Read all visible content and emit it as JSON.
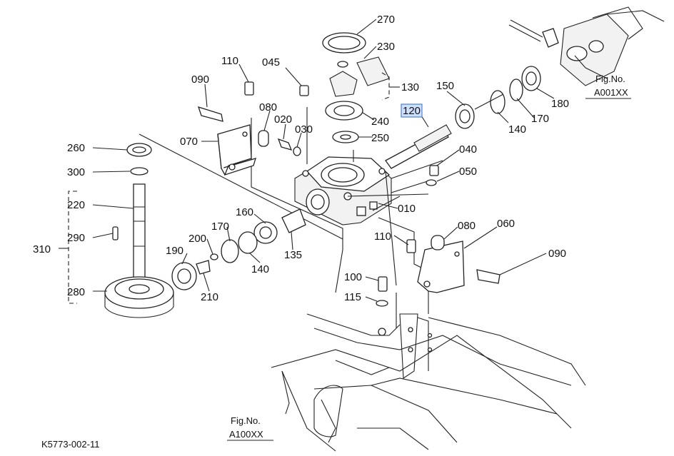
{
  "part_labels": [
    {
      "id": "270",
      "text": "270"
    },
    {
      "id": "230",
      "text": "230"
    },
    {
      "id": "130",
      "text": "130"
    },
    {
      "id": "110a",
      "text": "110"
    },
    {
      "id": "045",
      "text": "045"
    },
    {
      "id": "090a",
      "text": "090"
    },
    {
      "id": "080a",
      "text": "080"
    },
    {
      "id": "020",
      "text": "020"
    },
    {
      "id": "030",
      "text": "030"
    },
    {
      "id": "240",
      "text": "240"
    },
    {
      "id": "250",
      "text": "250"
    },
    {
      "id": "070",
      "text": "070"
    },
    {
      "id": "150",
      "text": "150"
    },
    {
      "id": "120",
      "text": "120",
      "selected": true
    },
    {
      "id": "140a",
      "text": "140"
    },
    {
      "id": "170a",
      "text": "170"
    },
    {
      "id": "180",
      "text": "180"
    },
    {
      "id": "040",
      "text": "040"
    },
    {
      "id": "050",
      "text": "050"
    },
    {
      "id": "010",
      "text": "010"
    },
    {
      "id": "260",
      "text": "260"
    },
    {
      "id": "300",
      "text": "300"
    },
    {
      "id": "220",
      "text": "220"
    },
    {
      "id": "290",
      "text": "290"
    },
    {
      "id": "310",
      "text": "310"
    },
    {
      "id": "280",
      "text": "280"
    },
    {
      "id": "160",
      "text": "160"
    },
    {
      "id": "170b",
      "text": "170"
    },
    {
      "id": "200",
      "text": "200"
    },
    {
      "id": "190",
      "text": "190"
    },
    {
      "id": "210",
      "text": "210"
    },
    {
      "id": "140b",
      "text": "140"
    },
    {
      "id": "135",
      "text": "135"
    },
    {
      "id": "110b",
      "text": "110"
    },
    {
      "id": "080b",
      "text": "080"
    },
    {
      "id": "060",
      "text": "060"
    },
    {
      "id": "090b",
      "text": "090"
    },
    {
      "id": "100",
      "text": "100"
    },
    {
      "id": "115",
      "text": "115"
    }
  ],
  "figure_refs": [
    {
      "id": "a001xx",
      "line1": "Fig.No.",
      "line2": "A001XX"
    },
    {
      "id": "a100xx",
      "line1": "Fig.No.",
      "line2": "A100XX"
    }
  ],
  "drawing_number": "K5773-002-11",
  "colors": {
    "line": "#222222",
    "selected_fill": "#cfe0ff",
    "selected_stroke": "#2d6bd6"
  }
}
